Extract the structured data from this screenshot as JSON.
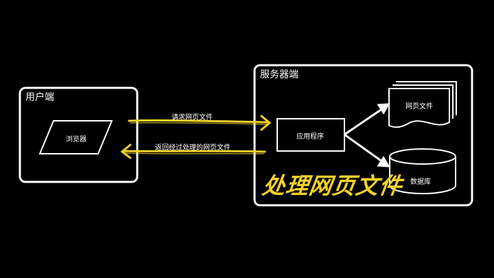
{
  "diagram": {
    "client": {
      "title": "用户端",
      "browser": "浏览器"
    },
    "server": {
      "title": "服务器端",
      "app": "应用程序",
      "files": "网页文件",
      "database": "数据库",
      "annotation": "处理网页文件"
    },
    "arrows": {
      "request": "请求网页文件",
      "response": "返回经过处理的网页文件"
    }
  },
  "colors": {
    "background": "#000000",
    "stroke": "#ffffff",
    "highlight": "#f2d22b"
  }
}
